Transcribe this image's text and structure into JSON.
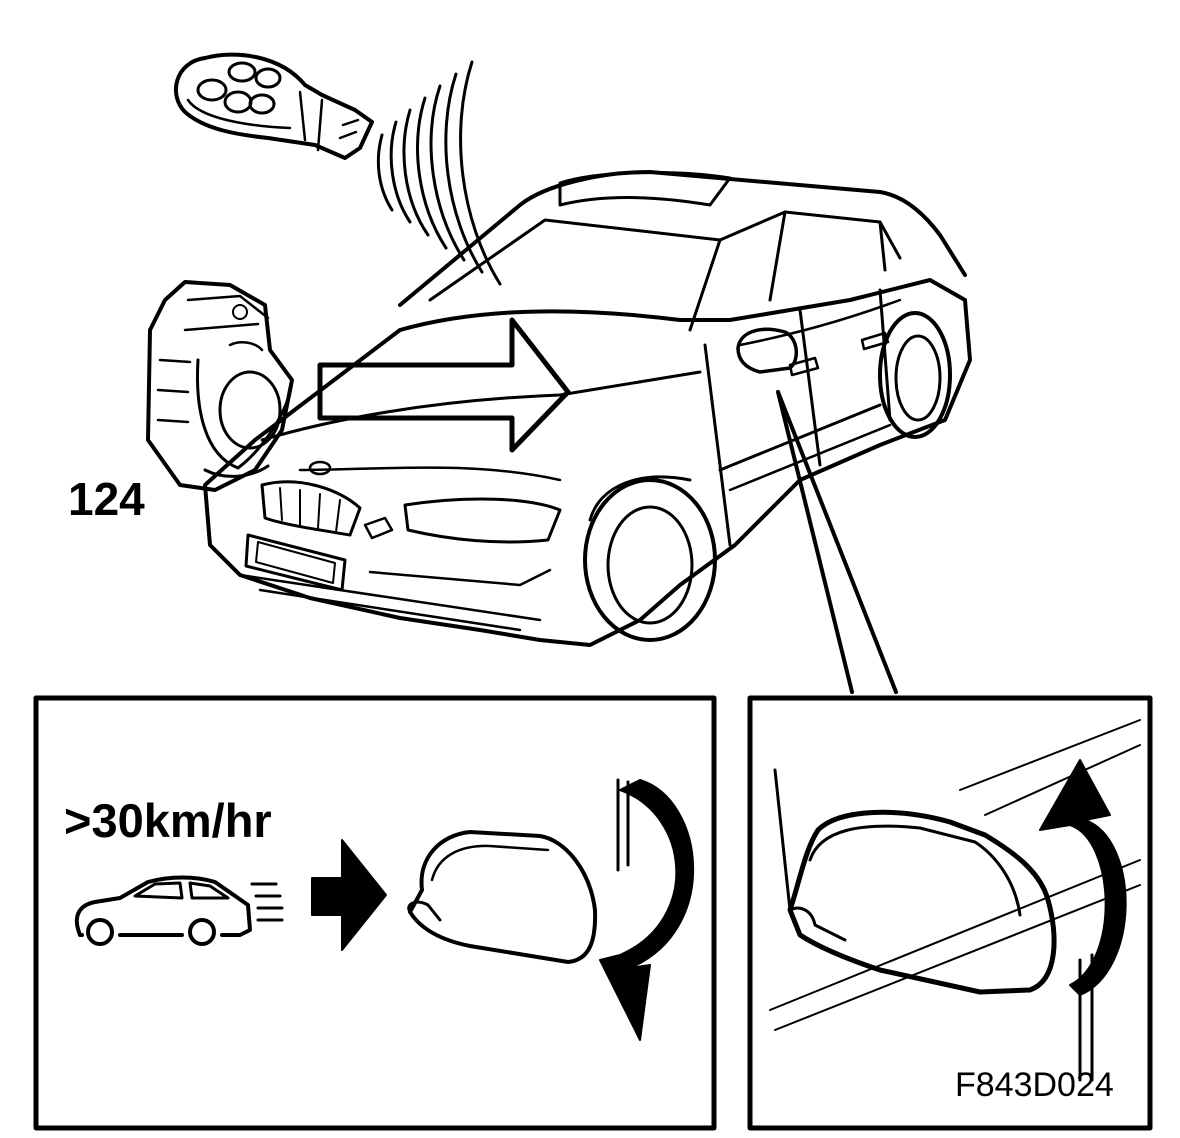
{
  "labels": {
    "part_number": "124",
    "speed_condition": ">30km/hr",
    "figure_code": "F843D024"
  },
  "icons": {
    "remote_key": "remote-key-fob-icon",
    "control_module": "control-module-124-icon",
    "car": "sedan-car-icon",
    "car_side": "moving-car-icon",
    "direction_arrow": "arrow-right-icon",
    "fold_arrow": "curved-fold-arrow-icon",
    "unfold_arrow": "curved-unfold-arrow-icon",
    "mirror": "side-mirror-icon"
  },
  "colors": {
    "line": "#000000",
    "background": "#ffffff"
  }
}
